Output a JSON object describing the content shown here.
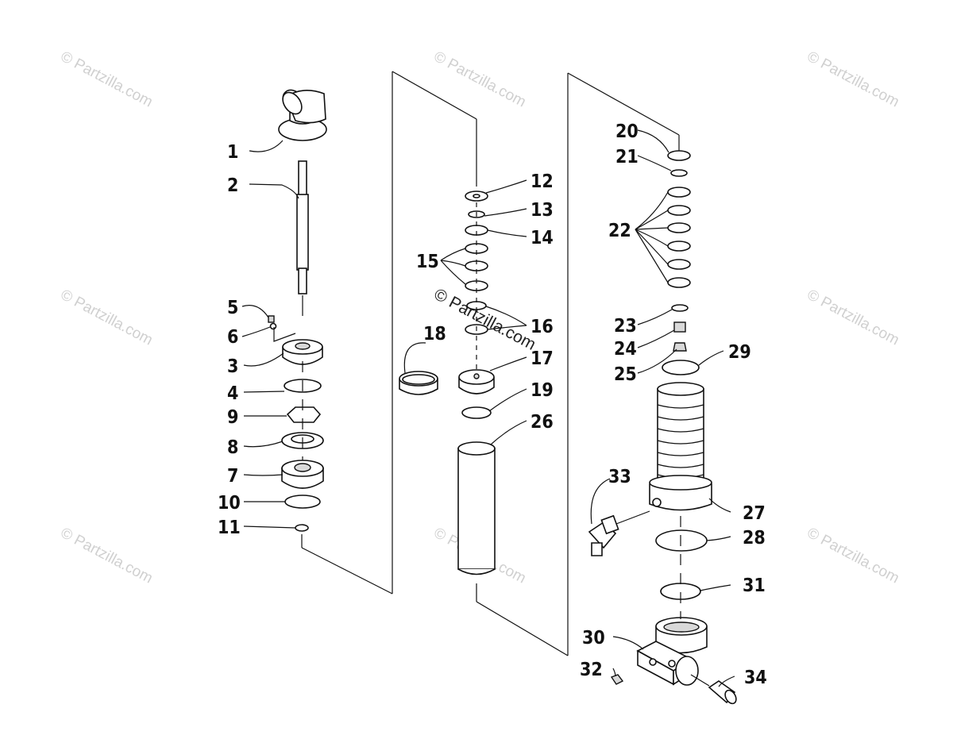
{
  "watermark": "© Partzilla.com",
  "callouts": {
    "c1": "1",
    "c2": "2",
    "c3": "3",
    "c4": "4",
    "c5": "5",
    "c6": "6",
    "c7": "7",
    "c8": "8",
    "c9": "9",
    "c10": "10",
    "c11": "11",
    "c12": "12",
    "c13": "13",
    "c14": "14",
    "c15": "15",
    "c16": "16",
    "c17": "17",
    "c18": "18",
    "c19": "19",
    "c20": "20",
    "c21": "21",
    "c22": "22",
    "c23": "23",
    "c24": "24",
    "c25": "25",
    "c26": "26",
    "c27": "27",
    "c28": "28",
    "c29": "29",
    "c30": "30",
    "c31": "31",
    "c32": "32",
    "c33": "33",
    "c34": "34"
  }
}
